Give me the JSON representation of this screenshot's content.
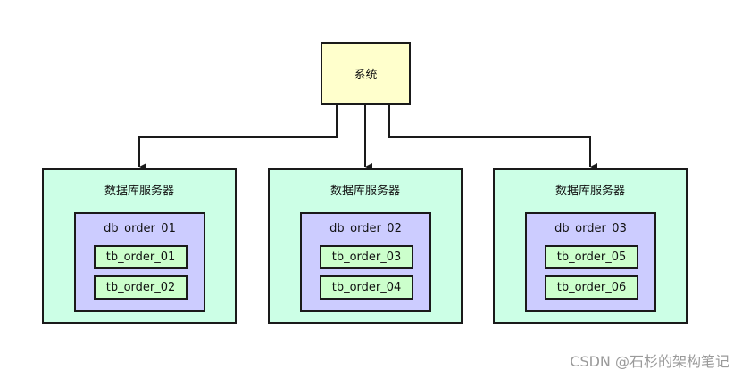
{
  "system": {
    "label": "系统"
  },
  "servers": [
    {
      "label": "数据库服务器",
      "db": "db_order_01",
      "tables": [
        "tb_order_01",
        "tb_order_02"
      ]
    },
    {
      "label": "数据库服务器",
      "db": "db_order_02",
      "tables": [
        "tb_order_03",
        "tb_order_04"
      ]
    },
    {
      "label": "数据库服务器",
      "db": "db_order_03",
      "tables": [
        "tb_order_05",
        "tb_order_06"
      ]
    }
  ],
  "watermark": "CSDN @石杉的架构笔记",
  "colors": {
    "system_fill": "#ffffcc",
    "server_fill": "#ccffe6",
    "db_fill": "#ccccff",
    "table_fill": "#ccffcc",
    "stroke": "#1a1a1a"
  }
}
